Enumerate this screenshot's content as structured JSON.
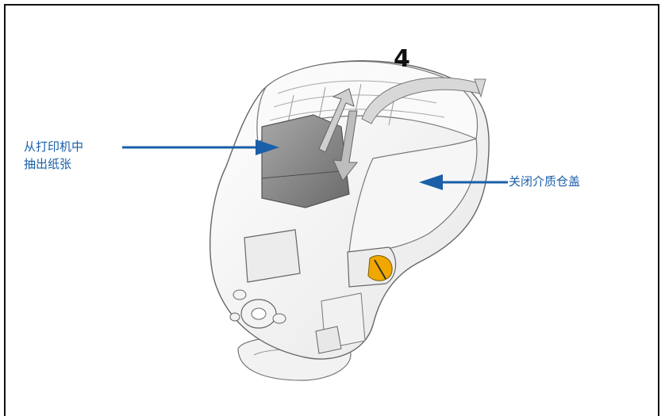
{
  "step_number": "4",
  "callouts": {
    "remove_paper": "从打印机中\n抽出纸张",
    "close_cover": "关闭介质仓盖"
  },
  "colors": {
    "callout_text": "#1a5fa8",
    "arrow": "#1a5fa8",
    "button_accent": "#f0a800",
    "frame": "#111111"
  },
  "icons": [
    "printer-illustration",
    "up-arrow-icon",
    "down-arrow-icon",
    "curved-arrow-icon",
    "left-arrow-icon"
  ]
}
